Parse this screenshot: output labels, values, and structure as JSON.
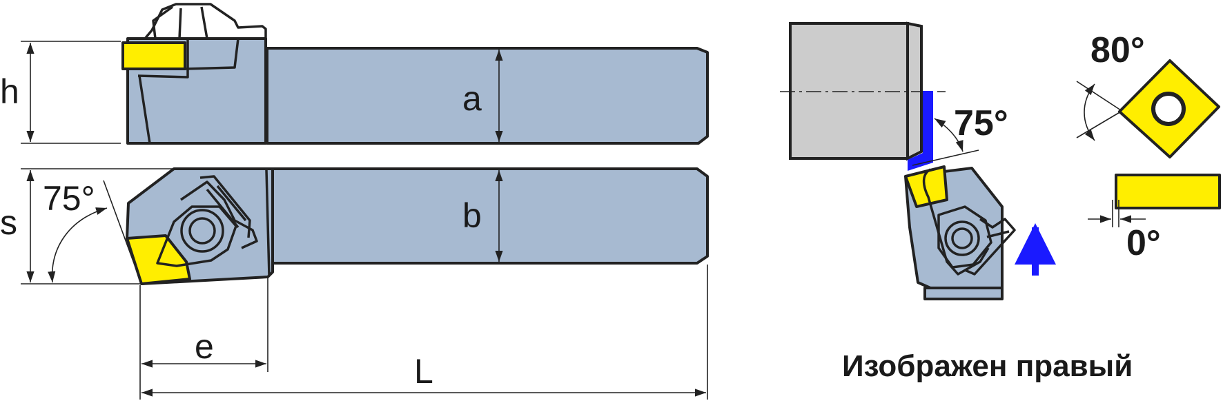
{
  "labels": {
    "h": "h",
    "a": "a",
    "s": "s",
    "b": "b",
    "e": "e",
    "L": "L",
    "angle_side": "75°",
    "angle_approach": "75°",
    "angle_insert": "80°",
    "angle_clearance": "0°",
    "caption": "Изображен правый"
  },
  "colors": {
    "holder": "#a7bad1",
    "insert": "#ffee00",
    "workpiece": "#cccccc",
    "cut": "#1a1aff",
    "arrow": "#1a1aff",
    "outline": "#222222"
  },
  "icons": {
    "feed_direction": "arrow-up-icon",
    "insert_shape": "rhombic-insert-icon"
  }
}
